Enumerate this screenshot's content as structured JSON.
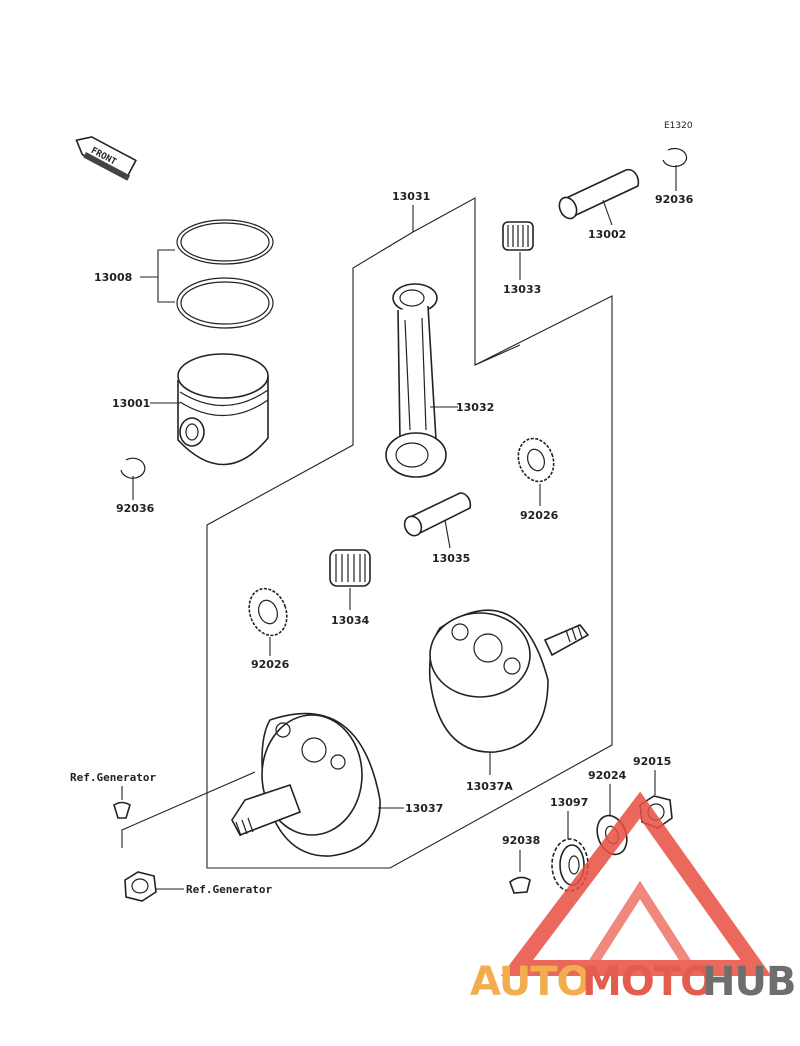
{
  "diagram": {
    "code": "E1320",
    "front_label": "FRONT",
    "parts": {
      "p13031": "13031",
      "p13002": "13002",
      "p92036_top": "92036",
      "p13033": "13033",
      "p13008": "13008",
      "p13001": "13001",
      "p92036_left": "92036",
      "p13032": "13032",
      "p92026_right": "92026",
      "p13035": "13035",
      "p13034": "13034",
      "p92026_left": "92026",
      "p13037A": "13037A",
      "p13037": "13037",
      "p92015": "92015",
      "p92024": "92024",
      "p13097": "13097",
      "p92038": "92038"
    },
    "refs": {
      "generator_top": "Ref.Generator",
      "generator_bottom": "Ref.Generator"
    }
  },
  "watermark": {
    "text_part1": "AUTO",
    "text_part2": "MOTO",
    "text_part3": "HUB",
    "colors": {
      "orange": "#f0a030",
      "red": "#e04030",
      "gray": "#555555",
      "triangle": "#e85040"
    }
  }
}
